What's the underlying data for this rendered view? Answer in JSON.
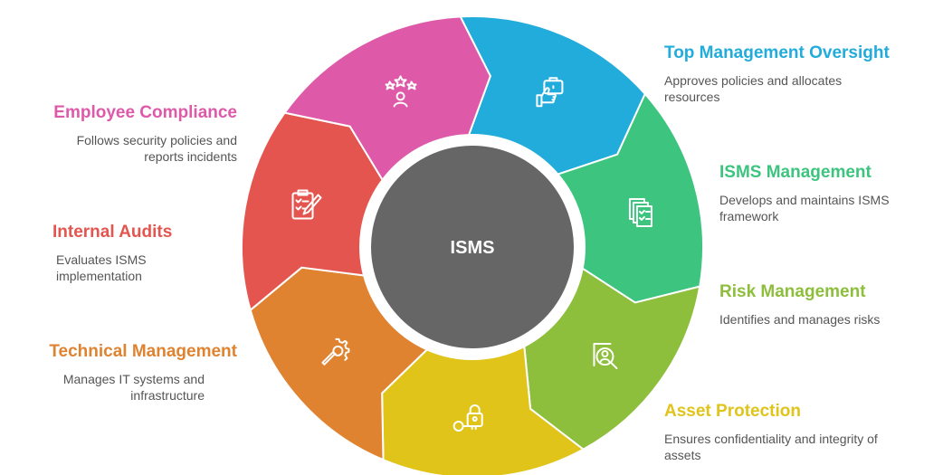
{
  "center": {
    "label": "ISMS",
    "color": "#666666"
  },
  "segments": [
    {
      "title": "Top Management Oversight",
      "desc_lines": [
        "Approves policies and allocates",
        "resources"
      ],
      "color": "#22ACDB",
      "icon": "briefcase-thumbs-up-icon"
    },
    {
      "title": "ISMS Management",
      "desc_lines": [
        "Develops and maintains ISMS",
        "framework"
      ],
      "color": "#3DC47E",
      "icon": "documents-checklist-icon"
    },
    {
      "title": "Risk Management",
      "desc_lines": [
        "Identifies and manages risks"
      ],
      "color": "#8DBE3C",
      "icon": "person-search-icon"
    },
    {
      "title": "Asset Protection",
      "desc_lines": [
        "Ensures confidentiality and integrity of",
        "assets"
      ],
      "color": "#E0C41A",
      "icon": "key-lock-icon"
    },
    {
      "title": "Technical Management",
      "desc_lines": [
        "Manages IT systems and",
        "infrastructure"
      ],
      "color": "#DF8330",
      "icon": "wrench-gear-icon"
    },
    {
      "title": "Internal Audits",
      "desc_lines": [
        "Evaluates ISMS",
        "implementation"
      ],
      "color": "#E5554F",
      "icon": "clipboard-pencil-icon"
    },
    {
      "title": "Employee Compliance",
      "desc_lines": [
        "Follows security policies and",
        "reports incidents"
      ],
      "color": "#DE5AA9",
      "icon": "person-stars-icon"
    }
  ]
}
